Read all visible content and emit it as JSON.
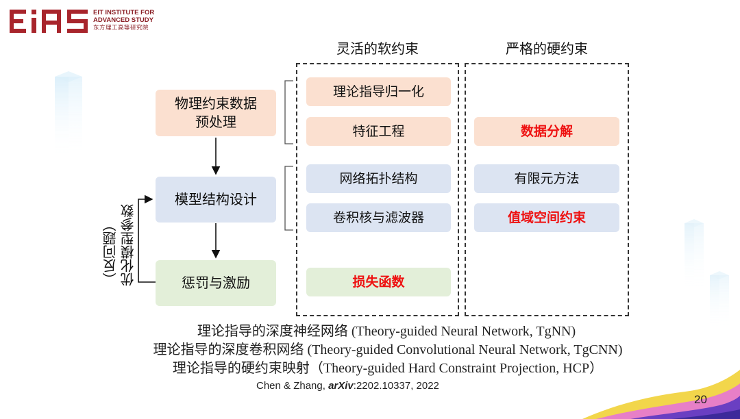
{
  "logo": {
    "mark_text": "EiAS",
    "line1": "EIT INSTITUTE FOR",
    "line2": "ADVANCED STUDY",
    "line3": "东方理工高等研究院"
  },
  "columns": {
    "soft_title": "灵活的软约束",
    "hard_title": "严格的硬约束"
  },
  "left_steps": {
    "preprocess": "物理约束数据\n预处理",
    "model_design": "模型结构设计",
    "penalty": "惩罚与激励"
  },
  "side_label": {
    "line1": "优化模型参数",
    "line2": "（反问题）"
  },
  "soft_items": {
    "normalization": "理论指导归一化",
    "feature_eng": "特征工程",
    "topology": "网络拓扑结构",
    "kernel": "卷积核与滤波器",
    "loss": "损失函数"
  },
  "hard_items": {
    "decomposition": "数据分解",
    "fem": "有限元方法",
    "range_space": "值域空间约束"
  },
  "captions": {
    "line1": "理论指导的深度神经网络 (Theory-guided Neural Network, TgNN)",
    "line2": "理论指导的深度卷积网络 (Theory-guided Convolutional Neural Network, TgCNN)",
    "line3": "理论指导的硬约束映射（Theory-guided Hard Constraint Projection, HCP）"
  },
  "citation": {
    "authors": "Chen & Zhang, ",
    "venue": "arXiv",
    "rest": ":2202.10337, 2022"
  },
  "page_number": "20",
  "colors": {
    "peach": "#fbe0d0",
    "blue": "#dce4f2",
    "green": "#e3efd9",
    "highlight_red": "#ee1111",
    "brand_red": "#a8252c"
  }
}
